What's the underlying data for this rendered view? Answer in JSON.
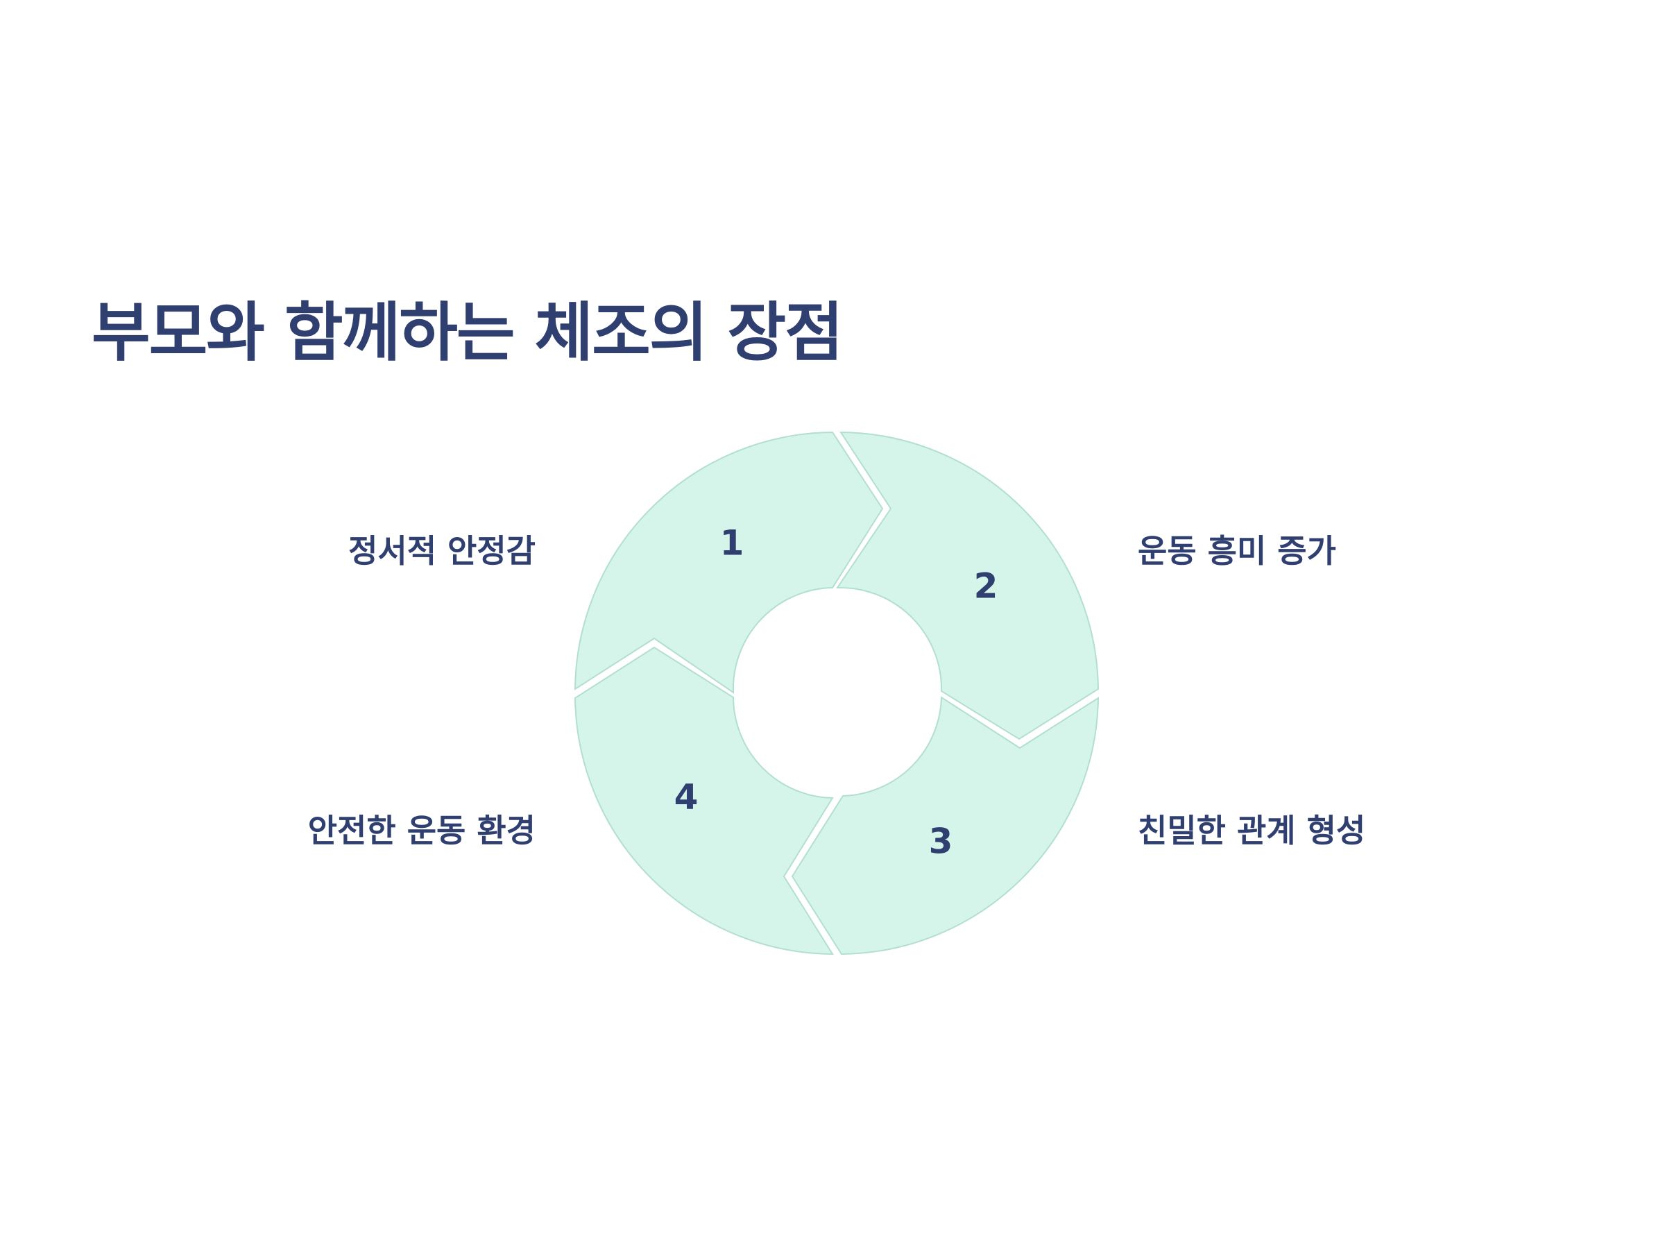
{
  "title": "부모와 함께하는 체조의 장점",
  "cycle": {
    "segments": [
      {
        "number": "1",
        "label": "정서적 안정감"
      },
      {
        "number": "2",
        "label": "운동 흥미 증가"
      },
      {
        "number": "3",
        "label": "친밀한 관계 형성"
      },
      {
        "number": "4",
        "label": "안전한 운동 환경"
      }
    ]
  },
  "colors": {
    "segment_fill": "#d5f5ea",
    "segment_stroke": "#b3dfcf",
    "text": "#2f3f6f"
  }
}
